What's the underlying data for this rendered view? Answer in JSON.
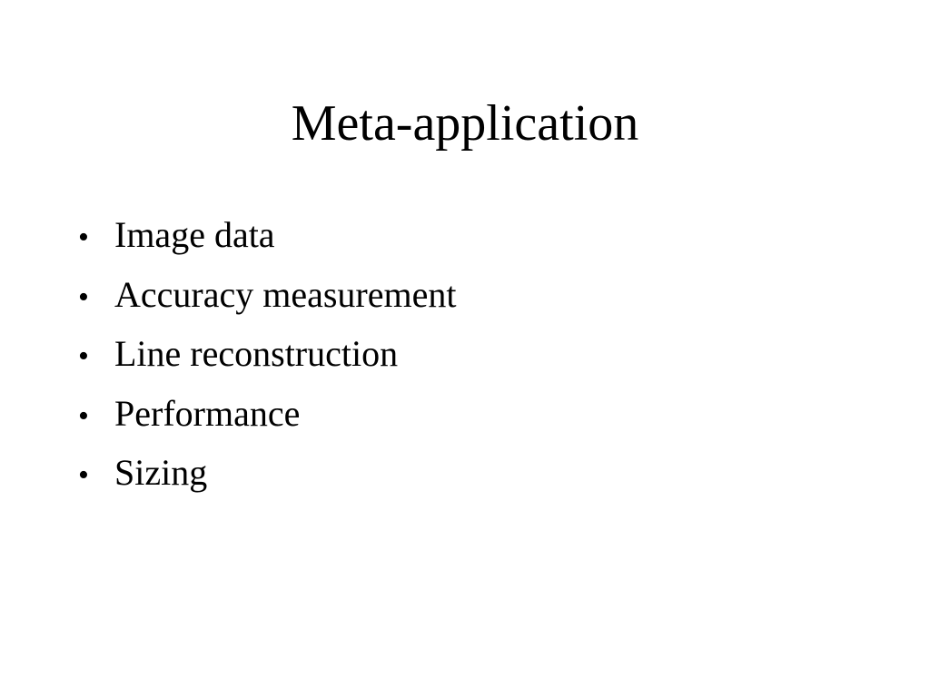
{
  "slide": {
    "title": "Meta-application",
    "bullet_symbol": "•",
    "bullets": [
      "Image data",
      "Accuracy measurement",
      "Line reconstruction",
      "Performance",
      "Sizing"
    ]
  }
}
